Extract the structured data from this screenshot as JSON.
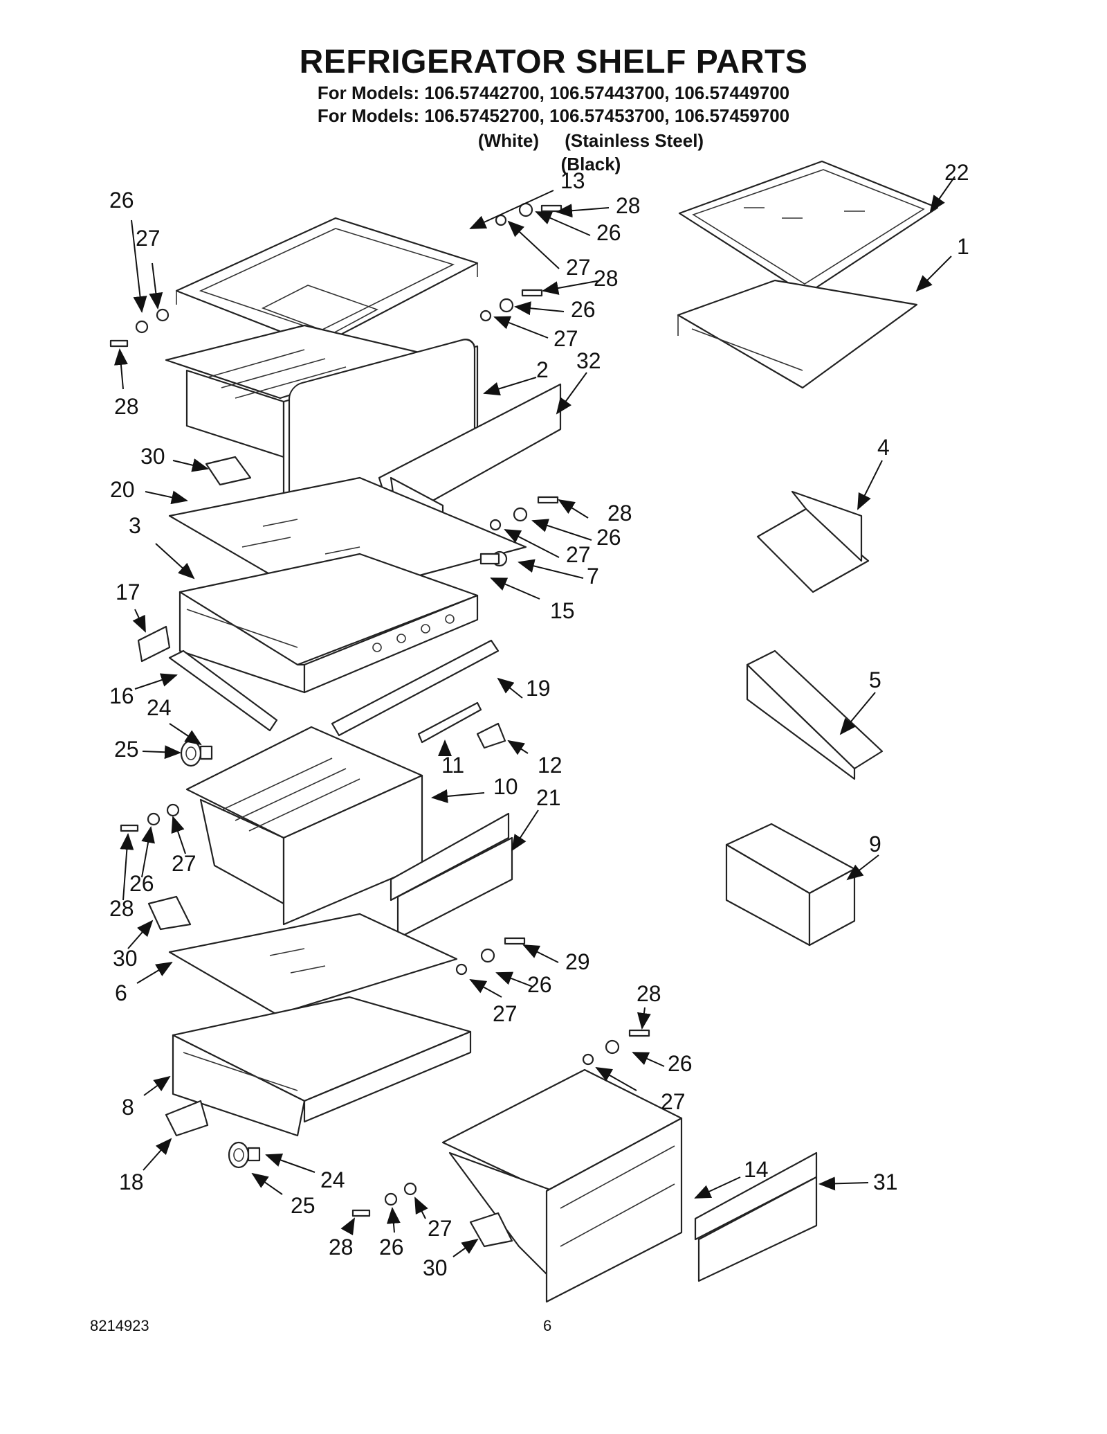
{
  "title": "REFRIGERATOR SHELF PARTS",
  "models": [
    "For Models: 106.57442700, 106.57443700, 106.57449700",
    "For Models: 106.57452700, 106.57453700, 106.57459700"
  ],
  "color_variants": [
    "(White)",
    "(Stainless Steel)",
    "(Black)"
  ],
  "callouts": {
    "c1": "1",
    "c2": "2",
    "c3": "3",
    "c4": "4",
    "c5": "5",
    "c6": "6",
    "c7": "7",
    "c8": "8",
    "c9": "9",
    "c10": "10",
    "c11": "11",
    "c12": "12",
    "c13": "13",
    "c14": "14",
    "c15": "15",
    "c16": "16",
    "c17": "17",
    "c18": "18",
    "c19": "19",
    "c20": "20",
    "c21": "21",
    "c22": "22",
    "c24": "24",
    "c25": "25",
    "c29": "29",
    "c31": "31",
    "c32": "32",
    "c26": "26",
    "c27": "27",
    "c28": "28",
    "c30": "30"
  },
  "footer": {
    "doc_number": "8214923",
    "page_number": "6"
  }
}
